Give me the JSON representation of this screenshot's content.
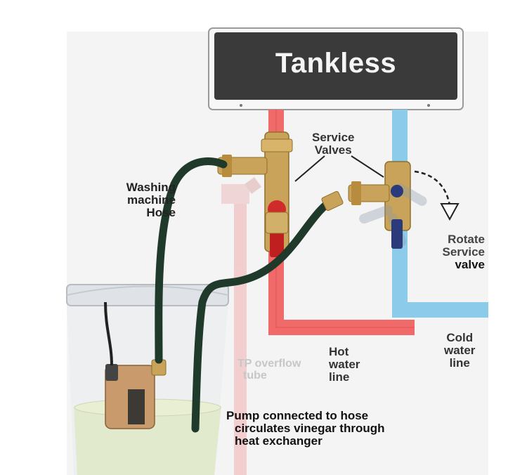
{
  "heater": {
    "title": "Tankless"
  },
  "labels": {
    "service_valves": [
      "Service",
      "Valves"
    ],
    "washing_hose": [
      "Washing",
      "machine",
      "Hose"
    ],
    "rotate": [
      "Rotate",
      "Service",
      "valve"
    ],
    "cold_water": [
      "Cold",
      "water",
      "line"
    ],
    "hot_water": [
      "Hot",
      "water",
      "line"
    ],
    "tp_overflow": [
      "TP overflow",
      "tube"
    ],
    "pump_caption": [
      "Pump connected to hose",
      "circulates vinegar through",
      "heat exchanger"
    ]
  },
  "colors": {
    "hot_line": "#f06a6a",
    "cold_line": "#8ccbea",
    "hose": "#1f3a2a",
    "brass": "#c9a35a",
    "heater_body": "#3a3a3a",
    "vinegar": "#dfe9c8"
  },
  "icons": [
    "arrow-rotate-icon",
    "pump-icon",
    "bucket-icon",
    "valve-icon"
  ]
}
